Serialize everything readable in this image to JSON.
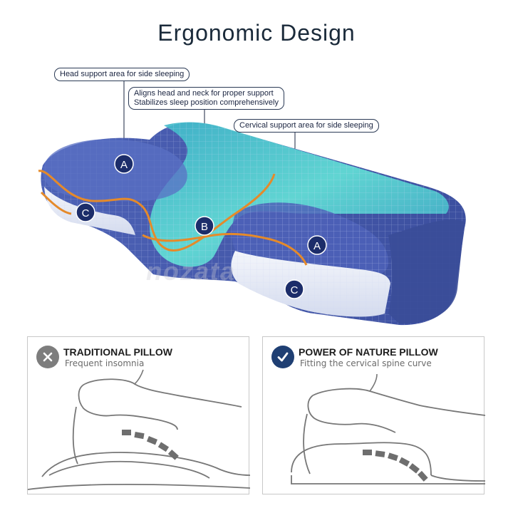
{
  "title": "Ergonomic Design",
  "callouts": {
    "head_support": "Head support area for side sleeping",
    "align_line1": "Aligns head and neck for proper support",
    "align_line2": "Stabilizes sleep position comprehensively",
    "cervical_support": "Cervical support area for side sleeping"
  },
  "zones": {
    "a": "A",
    "b": "B",
    "c": "C"
  },
  "watermark": "nozata",
  "comparison": {
    "traditional": {
      "title": "TRADITIONAL PILLOW",
      "subtitle": "Frequent insomnia",
      "icon": "x-icon"
    },
    "nature": {
      "title": "POWER OF NATURE PILLOW",
      "subtitle": "Fitting the cervical spine curve",
      "icon": "check-icon"
    }
  },
  "colors": {
    "pillow_blue": "#4a5fb0",
    "gel_cyan": "#4fd6d2",
    "curve_orange": "#e58a2a",
    "badge_navy": "#1f3f73",
    "badge_gray": "#7d7d7d"
  }
}
